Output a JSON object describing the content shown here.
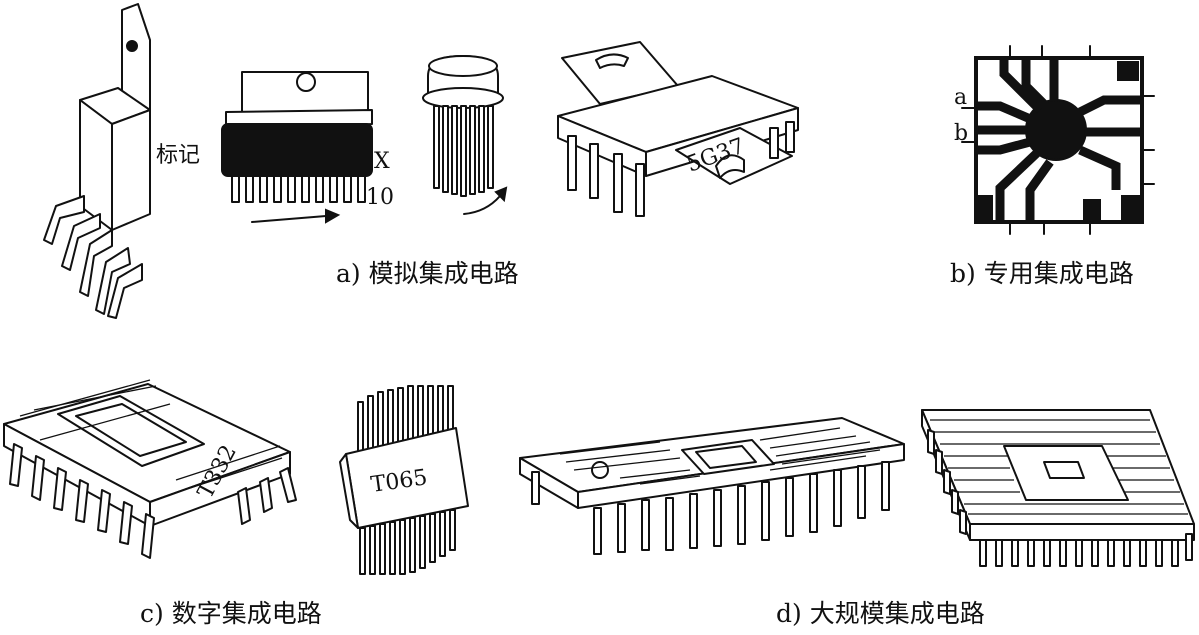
{
  "captions": {
    "a": "a) 模拟集成电路",
    "b": "b) 专用集成电路",
    "c": "c) 数字集成电路",
    "d": "d) 大规模集成电路"
  },
  "labels": {
    "mark": "标记",
    "pin_x": "X",
    "pin_count": "10",
    "pad_a": "a",
    "pad_b": "b"
  },
  "chip_markings": {
    "dip_a": "5G37",
    "digital_1": "T332",
    "digital_2": "T065"
  }
}
